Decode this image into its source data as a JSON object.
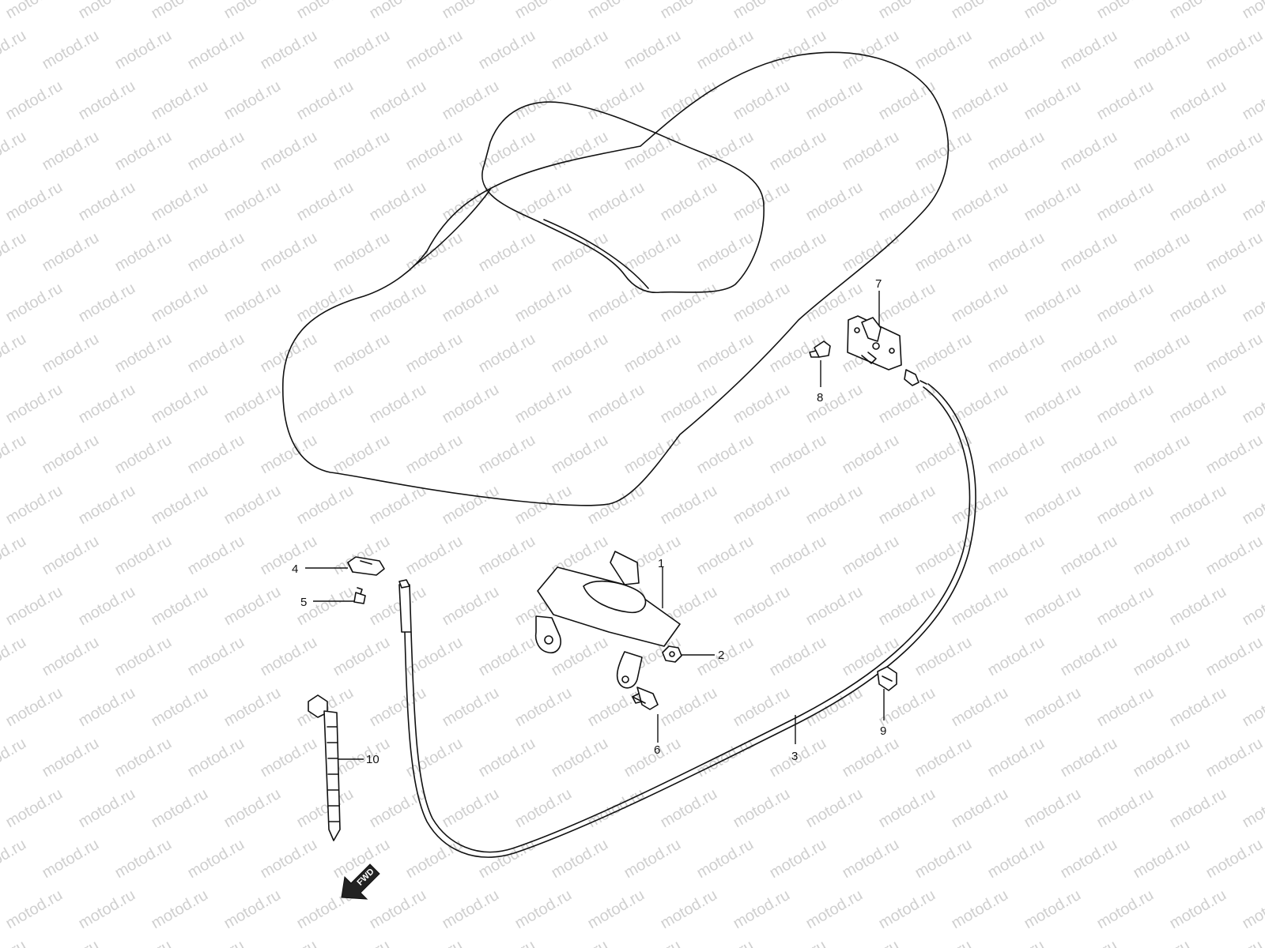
{
  "watermark": {
    "text": "motod.ru",
    "color": "#cfcfcf"
  },
  "callouts": [
    {
      "id": "1",
      "label": "1"
    },
    {
      "id": "2",
      "label": "2"
    },
    {
      "id": "3",
      "label": "3"
    },
    {
      "id": "4",
      "label": "4"
    },
    {
      "id": "5",
      "label": "5"
    },
    {
      "id": "6",
      "label": "6"
    },
    {
      "id": "7",
      "label": "7"
    },
    {
      "id": "8",
      "label": "8"
    },
    {
      "id": "9",
      "label": "9"
    },
    {
      "id": "10",
      "label": "10"
    }
  ],
  "fwd_arrow": {
    "label": "FWD"
  }
}
